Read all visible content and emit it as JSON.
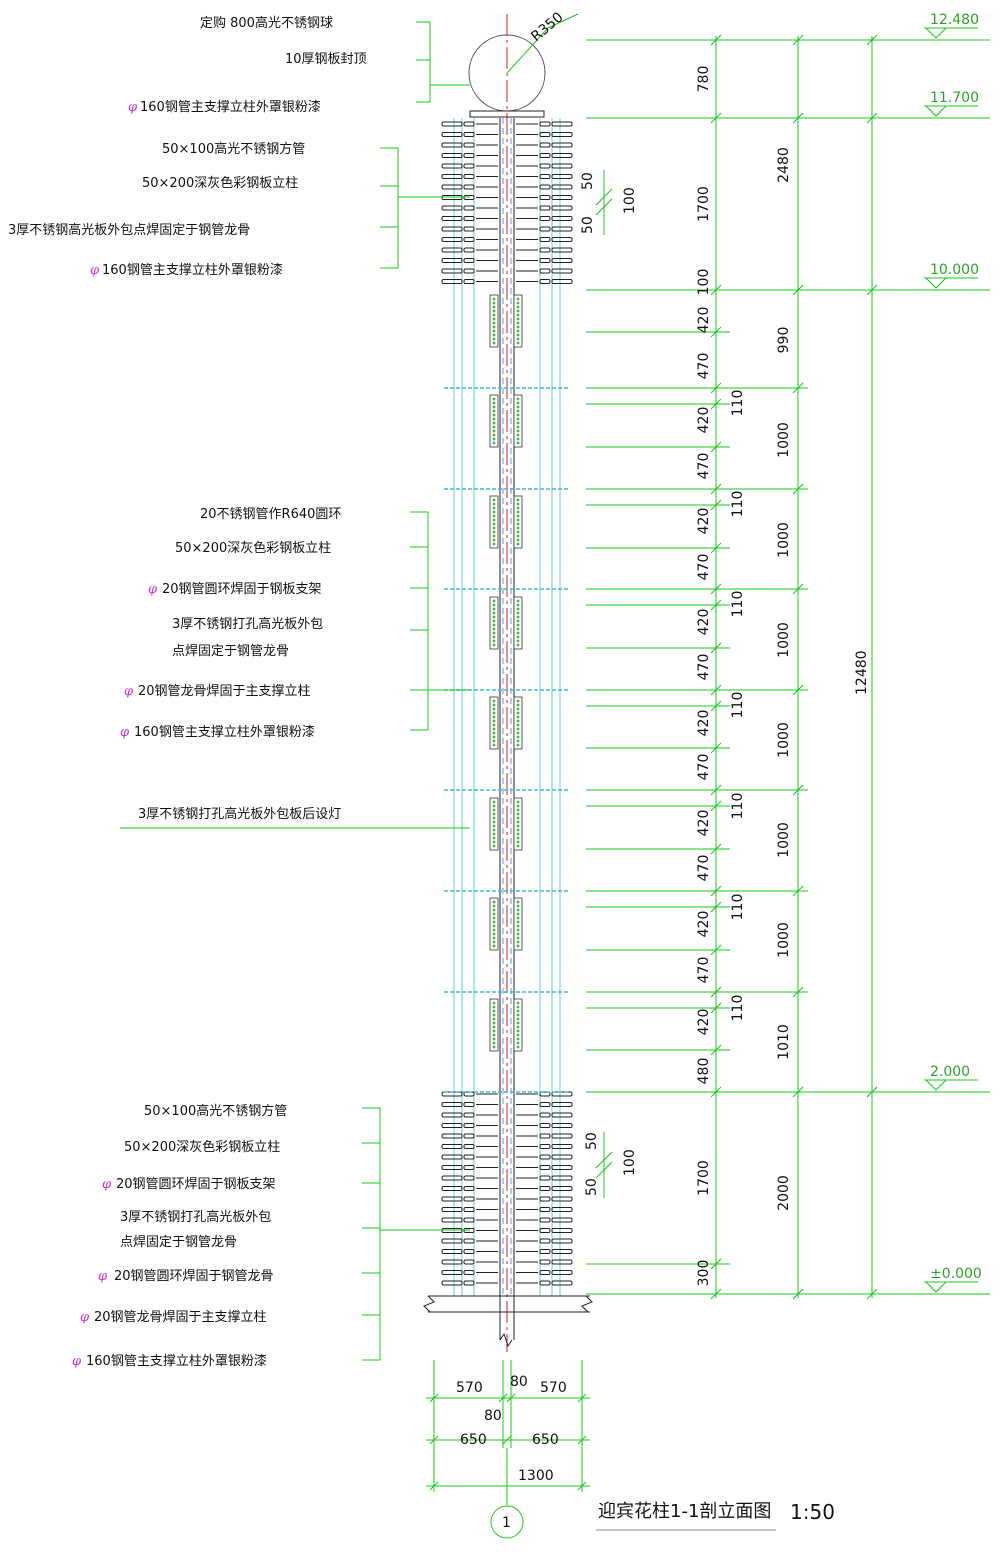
{
  "title": "迎宾花柱1-1剖立面图",
  "scale": "1:50",
  "axis_label": "1",
  "top_notes": [
    {
      "text": "定购 800高光不锈钢球",
      "phi": false
    },
    {
      "text": "10厚钢板封顶",
      "phi": false
    },
    {
      "text": "160钢管主支撑立柱外罩银粉漆",
      "phi": true
    }
  ],
  "upper_notes": [
    {
      "text": "50×100高光不锈钢方管",
      "phi": false
    },
    {
      "text": "50×200深灰色彩钢板立柱",
      "phi": false
    },
    {
      "text": "3厚不锈钢高光板外包点焊固定于钢管龙骨",
      "phi": false
    },
    {
      "text": "160钢管主支撑立柱外罩银粉漆",
      "phi": true
    }
  ],
  "middle_notes": [
    {
      "text": "20不锈钢管作R640圆环",
      "phi": false
    },
    {
      "text": "50×200深灰色彩钢板立柱",
      "phi": false
    },
    {
      "text": "20钢管圆环焊固于钢板支架",
      "phi": true
    },
    {
      "text": "3厚不锈钢打孔高光板外包",
      "phi": false
    },
    {
      "text": "点焊固定于钢管龙骨",
      "phi": false
    },
    {
      "text": "20钢管龙骨焊固于主支撑立柱",
      "phi": true
    },
    {
      "text": "160钢管主支撑立柱外罩银粉漆",
      "phi": true
    }
  ],
  "light_note": "3厚不锈钢打孔高光板外包板后设灯",
  "lower_notes": [
    {
      "text": "50×100高光不锈钢方管",
      "phi": false
    },
    {
      "text": "50×200深灰色彩钢板立柱",
      "phi": false
    },
    {
      "text": "20钢管圆环焊固于钢板支架",
      "phi": true
    },
    {
      "text": "3厚不锈钢打孔高光板外包",
      "phi": false
    },
    {
      "text": "点焊固定于钢管龙骨",
      "phi": false
    },
    {
      "text": "20钢管圆环焊固于钢管龙骨",
      "phi": true
    },
    {
      "text": "20钢管龙骨焊固于主支撑立柱",
      "phi": true
    },
    {
      "text": "160钢管主支撑立柱外罩银粉漆",
      "phi": true
    }
  ],
  "radius_label": "R350",
  "elevations": [
    "12.480",
    "11.700",
    "10.000",
    "2.000",
    "±0.000"
  ],
  "dims_col1": [
    "780",
    "1700",
    "100",
    "420",
    "470",
    "420",
    "470",
    "420",
    "470",
    "420",
    "470",
    "420",
    "470",
    "420",
    "470",
    "420",
    "480",
    "1700",
    "300"
  ],
  "dims_col2": [
    "110",
    "110",
    "110",
    "110",
    "110",
    "110",
    "110"
  ],
  "dims_col3": [
    "2480",
    "990",
    "1000",
    "1000",
    "1000",
    "1000",
    "1000",
    "1010",
    "2000"
  ],
  "dims_total": "12480",
  "detail_upper": [
    "50",
    "100",
    "50"
  ],
  "detail_lower": [
    "50",
    "100",
    "50"
  ],
  "bottom_dims": {
    "row1": [
      "570",
      "80",
      "570"
    ],
    "row2": [
      "80"
    ],
    "row3": [
      "650",
      "650"
    ],
    "row4": [
      "1300"
    ]
  }
}
